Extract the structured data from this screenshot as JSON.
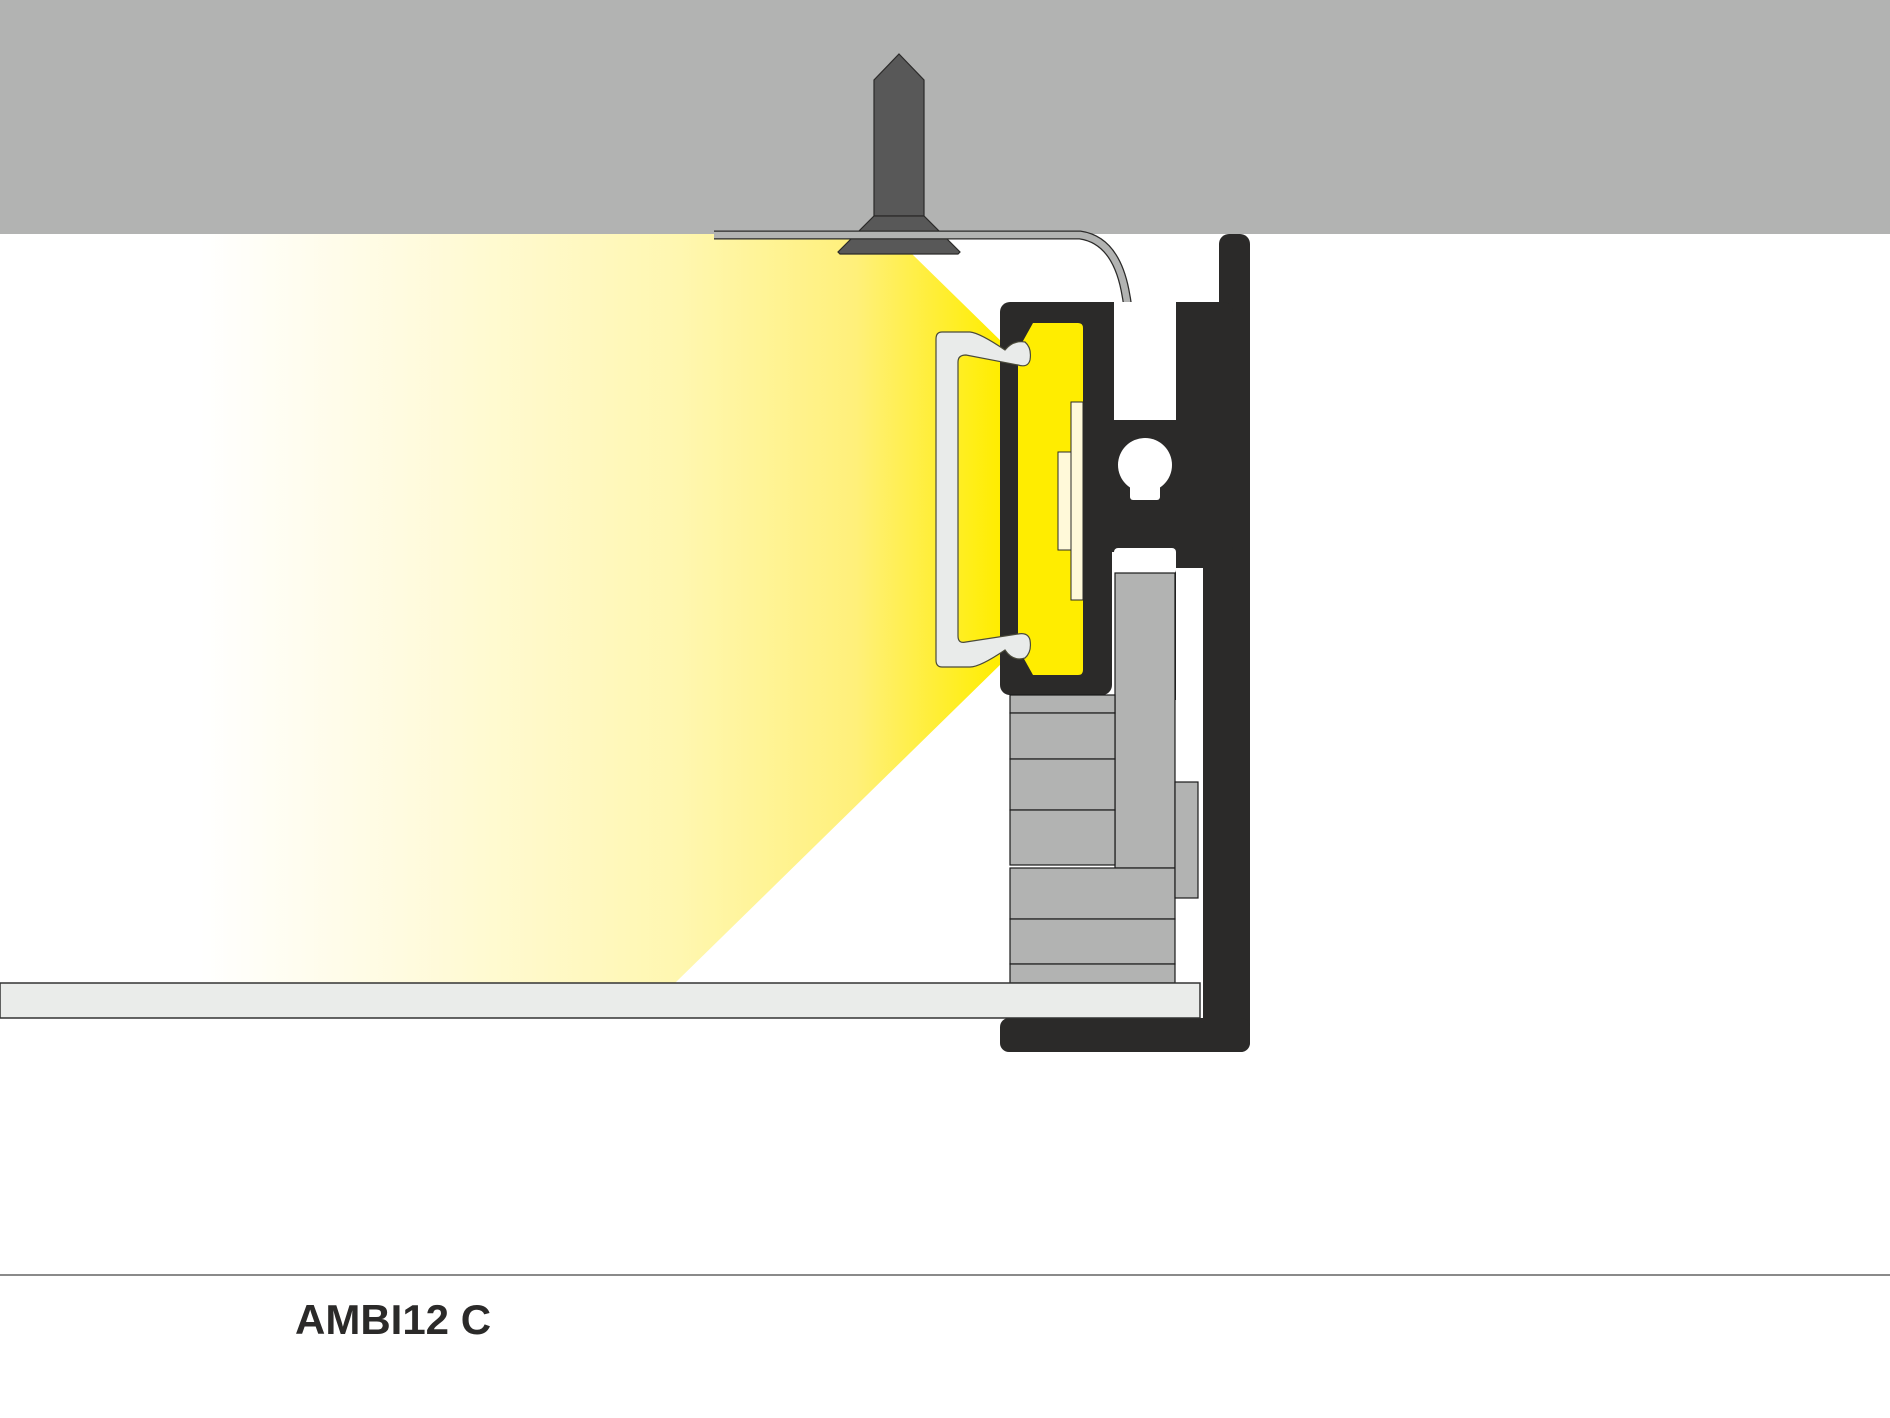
{
  "title": "AMBI12 C",
  "colors": {
    "ceiling": "#b2b3b2",
    "screw": "#585858",
    "profile": "#2b2a29",
    "led_light": "#ffed00",
    "beam": "#fff28a",
    "diffuser": "#e9ebea",
    "led_strip": "#fff9d9",
    "spacer_blocks": "#b2b3b2",
    "shelf": "#eaecea",
    "clip": "#b2b3b2",
    "divider_line": "#8a8a8a"
  },
  "components": {
    "ceiling": "ceiling",
    "screw": "countersunk-screw",
    "mounting_clip": "spring-clip",
    "profile": "aluminium-profile",
    "diffuser": "diffuser-cover",
    "led_strip": "led-strip",
    "light_beam": "light-beam",
    "shelf": "shelf-board",
    "spacers": "spacer-blocks"
  }
}
